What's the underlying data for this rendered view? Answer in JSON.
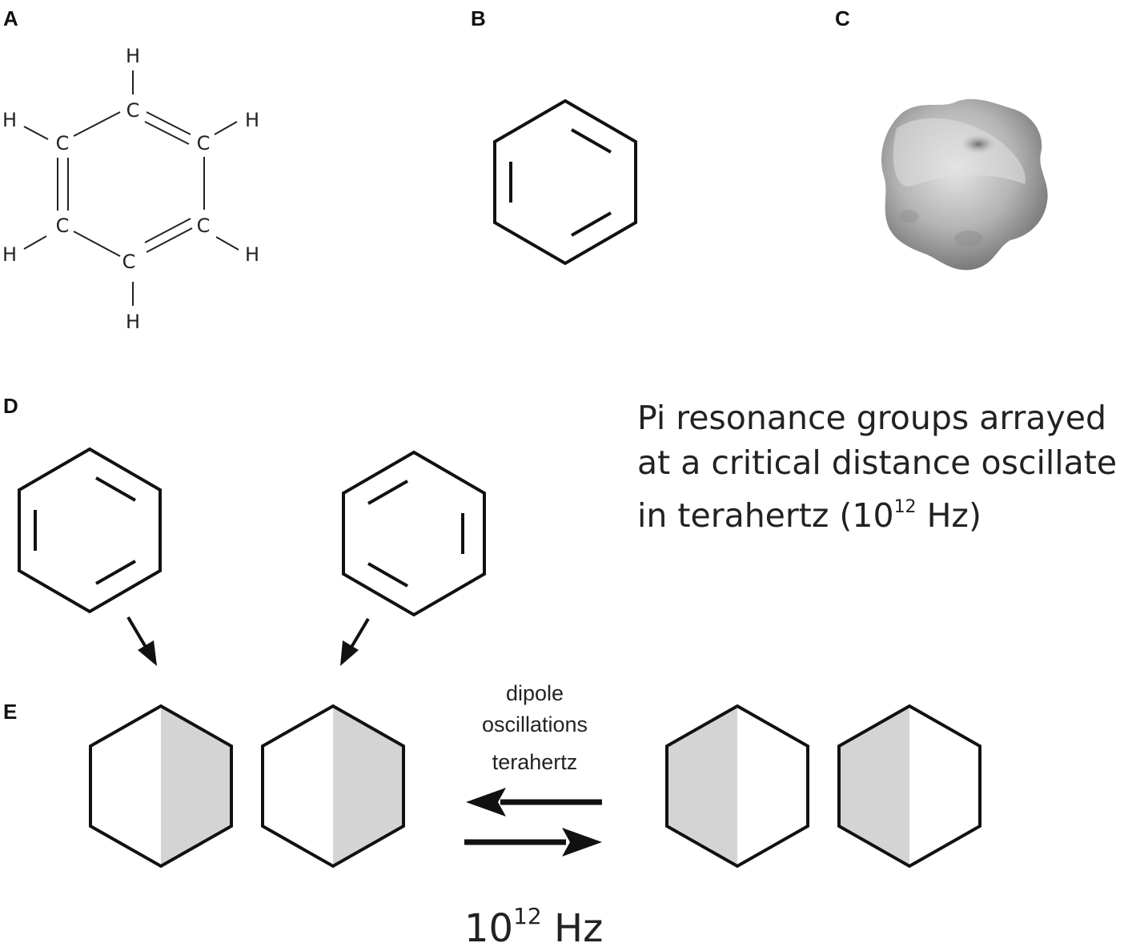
{
  "panels": {
    "a": "A",
    "b": "B",
    "c": "C",
    "d": "D",
    "e": "E"
  },
  "atoms": {
    "carbon": "C",
    "hydrogen": "H"
  },
  "caption": {
    "line1": "Pi resonance groups arrayed",
    "line2": "at a critical distance oscillate",
    "line3_prefix": "in terahertz (10",
    "line3_exp": "12",
    "line3_suffix": " Hz)"
  },
  "arrows_label": {
    "line1": "dipole",
    "line2": "oscillations",
    "line3": "terahertz"
  },
  "frequency": {
    "base": "10",
    "exp": "12",
    "unit": " Hz"
  },
  "colors": {
    "stroke": "#111111",
    "shade": "#d4d4d4"
  }
}
